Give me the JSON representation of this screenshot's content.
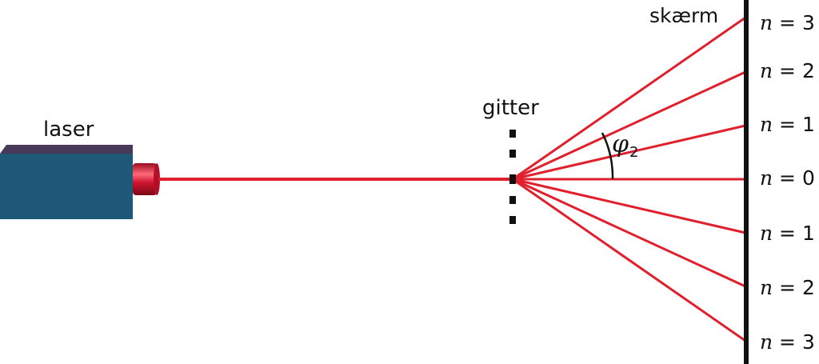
{
  "labels": {
    "laser": "laser",
    "grating": "gitter",
    "screen": "skærm",
    "angle_symbol": "φ",
    "angle_subscript": "2"
  },
  "orders": [
    {
      "n_symbol": "n",
      "eq": " = 3"
    },
    {
      "n_symbol": "n",
      "eq": " = 2"
    },
    {
      "n_symbol": "n",
      "eq": " = 1"
    },
    {
      "n_symbol": "n",
      "eq": " = 0"
    },
    {
      "n_symbol": "n",
      "eq": " = 1"
    },
    {
      "n_symbol": "n",
      "eq": " = 2"
    },
    {
      "n_symbol": "n",
      "eq": " = 3"
    }
  ],
  "colors": {
    "beam": "#e0202c",
    "laser_front": "#1e5a78",
    "laser_top": "#4a3a5a",
    "nozzle": "#c8102e",
    "screen": "#111111",
    "grating": "#111111"
  }
}
